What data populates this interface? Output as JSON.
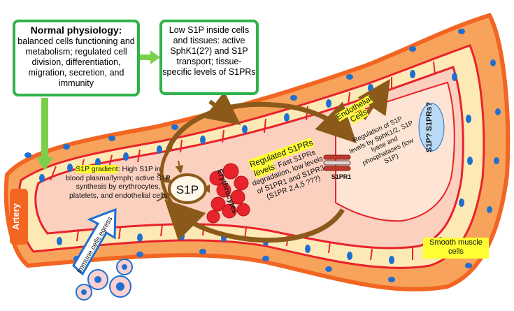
{
  "boxes": {
    "normal_title": "Normal physiology:",
    "normal_body": "balanced cells functioning and metabolism; regulated cell division, differentiation, migration, secretion, and immunity",
    "low_body": "Low S1P inside cells and tissues: active SphK1(2?) and S1P transport; tissue-specific levels of S1PRs"
  },
  "labels": {
    "gradient_title": "S1P gradient",
    "gradient_body": ": High S1P in blood plasma/lymph; active S1P synthesis by erythrocytes, platelets, and endothelial cells",
    "s1p_center": "S1P",
    "erythrocytes": "Erythrocytes",
    "regulated_title": "Regulated S1PRs levels",
    "regulated_body": ": Fast S1PRs degradation, low levels of S1PR1 and S1PR3 (S1PR 2,4,5 ???)",
    "endothelial": "Endothelial Cells",
    "regulation_s1p": "Regulation of S1P levels by SphK1/2, S1P lyase and phosphatases (low S1P)",
    "s1pr1": "S1PR1",
    "s1prs_q": "S1P? S1PRs?",
    "smooth_muscle": "Smooth muscle cells",
    "artery": "Artery",
    "immune": "Immune cells egress"
  },
  "colors": {
    "outer_wall": "#f26522",
    "cell_fill": "#fde9b5",
    "nucleus": "#1f6fd1",
    "lumen": "#fbd0bf",
    "inner_lumen": "#fde4d4",
    "arrow_brown": "#8b5a1a",
    "green": "#2fb34a",
    "yellow_highlight": "#ffff33",
    "red_cells": "#e8232b"
  }
}
